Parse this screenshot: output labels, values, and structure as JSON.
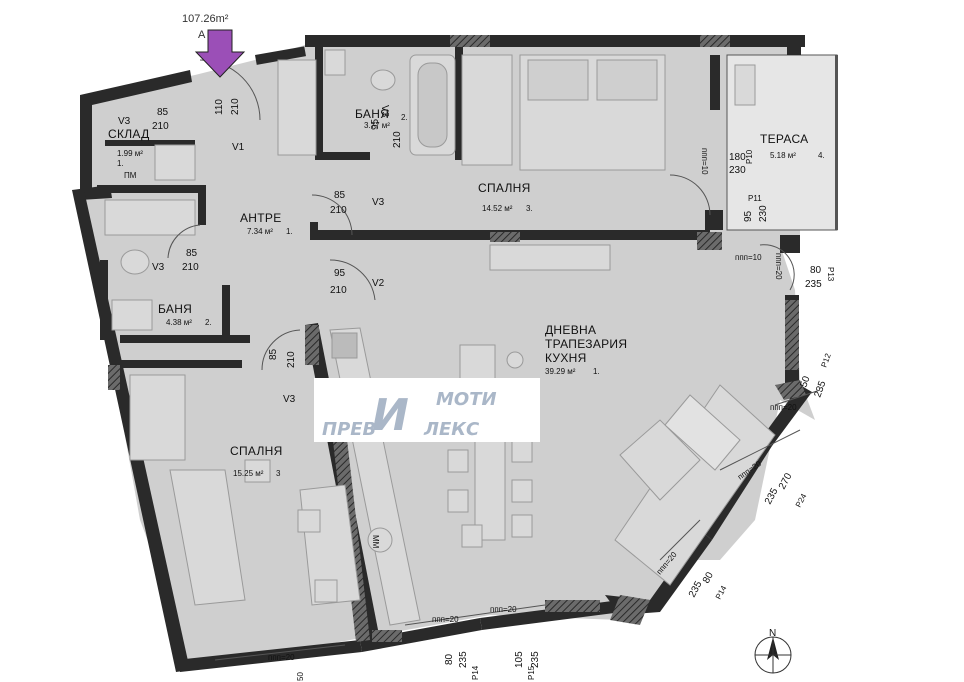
{
  "header": {
    "total_area": "107.26m²",
    "unit_id": "А"
  },
  "rooms": {
    "storage": {
      "name": "СКЛАД",
      "area": "1.99 м²",
      "no": "1.",
      "tag": "ПМ"
    },
    "bath1": {
      "name": "БАНЯ",
      "area": "3.77 м²",
      "no": "2."
    },
    "bedroom1": {
      "name": "СПАЛНЯ",
      "area": "14.52 м²",
      "no": "3."
    },
    "terrace": {
      "name": "ТЕРАСА",
      "area": "5.18 м²",
      "no": "4."
    },
    "hall": {
      "name": "АНТРЕ",
      "area": "7.34 м²",
      "no": "1."
    },
    "bath2": {
      "name": "БАНЯ",
      "area": "4.38 м²",
      "no": "2."
    },
    "living": {
      "line1": "ДНЕВНА",
      "line2": "ТРАПЕЗАРИЯ",
      "line3": "КУХНЯ",
      "area": "39.29 м²",
      "no": "1."
    },
    "bedroom2": {
      "name": "СПАЛНЯ",
      "area": "15.25 м²",
      "no": "3"
    }
  },
  "doors": {
    "v1": {
      "code": "V1",
      "w": "110",
      "h": "210"
    },
    "v3a": {
      "code": "V3",
      "w": "85",
      "h": "210"
    },
    "v3b": {
      "code": "V3",
      "w": "95",
      "h": "210"
    },
    "v3c": {
      "code": "V3",
      "w": "85",
      "h": "210"
    },
    "v3d": {
      "code": "V3",
      "w": "85",
      "h": "210"
    },
    "v2": {
      "code": "V2",
      "w": "95",
      "h": "210"
    },
    "v3e": {
      "code": "V3",
      "w": "85",
      "h": "210"
    }
  },
  "windows": {
    "p10": {
      "code": "P10",
      "w": "180",
      "h": "230",
      "sill": "ппп=10"
    },
    "p11": {
      "code": "P11",
      "w": "95",
      "h": "230",
      "sill": "ппп=10"
    },
    "p13": {
      "code": "P13",
      "w": "80",
      "h": "235",
      "sill": "ппп=20"
    },
    "p12": {
      "code": "P12",
      "w": "50",
      "h": "235",
      "sill": "ппп=20"
    },
    "p24": {
      "code": "P24",
      "w": "270",
      "h": "235",
      "sill": "ппп=20"
    },
    "p14a": {
      "code": "P14",
      "w": "80",
      "h": "235",
      "sill": "ппп=20"
    },
    "p15": {
      "code": "P15",
      "w": "105",
      "h": "235",
      "sill": "ппп=20"
    },
    "p14b": {
      "code": "P14",
      "w": "80",
      "h": "235",
      "sill": "ппп=20"
    },
    "bottom_sill1": "ппп=20",
    "bottom_sill2": "ппп=20",
    "bottom_sill3": "ппп=20",
    "bottom_num": "50"
  },
  "fixtures": {
    "washer": "ММ"
  },
  "compass": {
    "north": "N"
  },
  "watermark": {
    "part1": "ПРЕВ",
    "part2": "И",
    "part3": "МОТИ",
    "part4": "ЛЕКС"
  },
  "colors": {
    "floor": "#cfcfcf",
    "wall": "#2a2a2a",
    "hatch": "#555555",
    "arrow": "#9b4fb7",
    "logo_blue": "#aab7c8"
  }
}
